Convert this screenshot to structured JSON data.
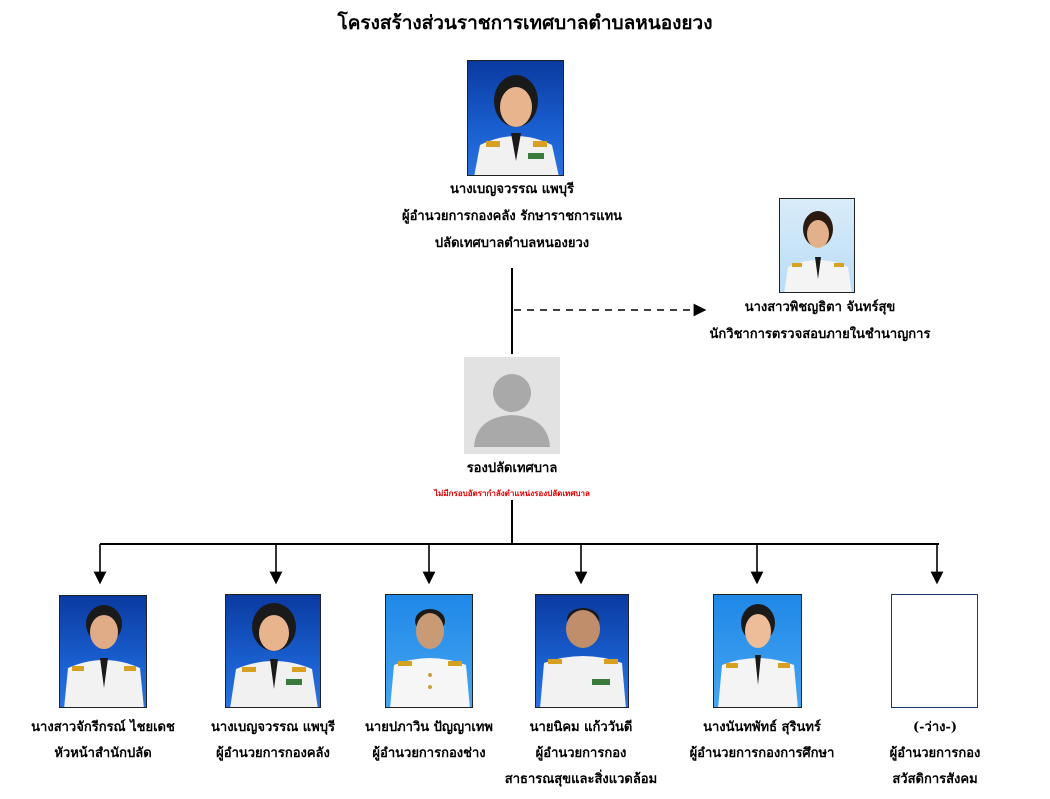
{
  "title": "โครงสร้างส่วนราชการเทศบาลตำบลหนองยวง",
  "head": {
    "name": "นางเบญจวรรณ  แพบุรี",
    "position_line1": "ผู้อำนวยการกองคลัง รักษาราชการแทน",
    "position_line2": "ปลัดเทศบาลตำบลหนองยวง"
  },
  "auditor": {
    "name": "นางสาวพิชญธิตา  จันทร์สุข",
    "position": "นักวิชาการตรวจสอบภายในชำนาญการ"
  },
  "deputy": {
    "position": "รองปลัดเทศบาล",
    "note": "ไม่มีกรอบอัตรากำลังตำแหน่งรองปลัดเทศบาล"
  },
  "departments": [
    {
      "name": "นางสาวจักรีกรณ์ ไชยเดช",
      "position": "หัวหน้าสำนักปลัด",
      "position2": ""
    },
    {
      "name": "นางเบญจวรรณ แพบุรี",
      "position": "ผู้อำนวยการกองคลัง",
      "position2": ""
    },
    {
      "name": "นายปภาวิน ปัญญาเทพ",
      "position": "ผู้อำนวยการกองช่าง",
      "position2": ""
    },
    {
      "name": "นายนิคม แก้ววันดี",
      "position": "ผู้อำนวยการกอง",
      "position2": "สาธารณสุขและสิ่งแวดล้อม"
    },
    {
      "name": "นางนันทพัทธ์ สุรินทร์",
      "position": "ผู้อำนวยการกองการศึกษา",
      "position2": ""
    },
    {
      "name": "(-ว่าง-)",
      "position": "ผู้อำนวยการกอง",
      "position2": "สวัสดิการสังคม"
    }
  ],
  "colors": {
    "line": "#000000",
    "note": "#e00000",
    "photo_bg": "#1a5fd0"
  }
}
